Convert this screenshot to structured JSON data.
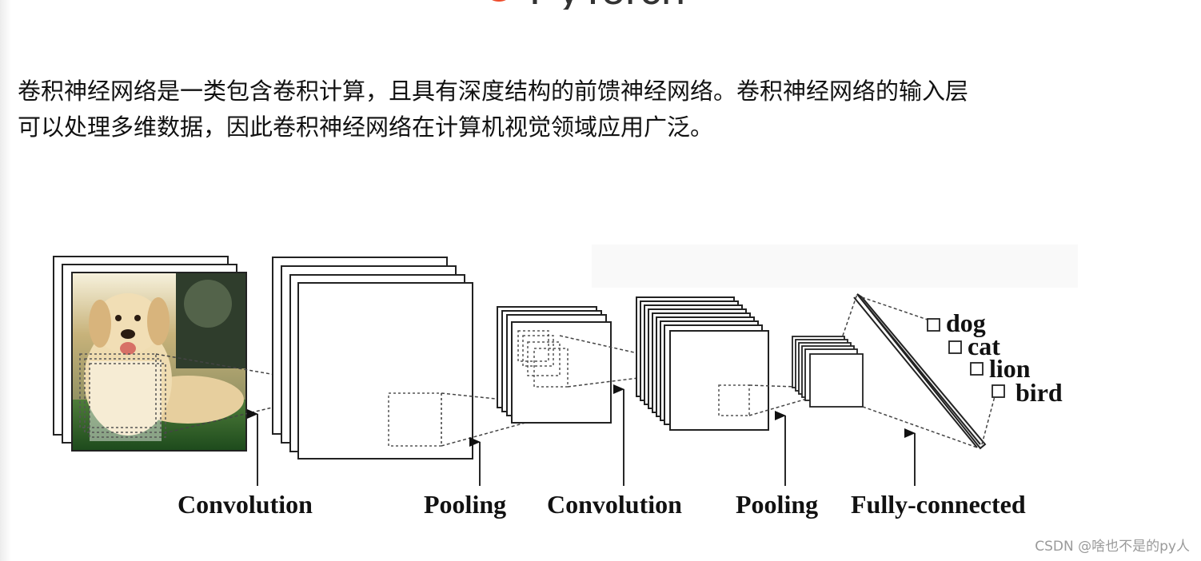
{
  "header": {
    "title": "PyTorch",
    "logo_icon": "pytorch-flame-icon",
    "logo_color": "#ee4c2c"
  },
  "intro": {
    "line1": "卷积神经网络是一类包含卷积计算，且具有深度结构的前馈神经网络。卷积神经网络的输入层",
    "line2": "可以处理多维数据，因此卷积神经网络在计算机视觉领域应用广泛。"
  },
  "diagram": {
    "stage_labels": [
      "Convolution",
      "Pooling",
      "Convolution",
      "Pooling",
      "Fully-connected"
    ],
    "output_classes": [
      "dog",
      "cat",
      "lion",
      "bird"
    ],
    "input_image": "dog-photo"
  },
  "watermark": "CSDN @啥也不是的py人"
}
